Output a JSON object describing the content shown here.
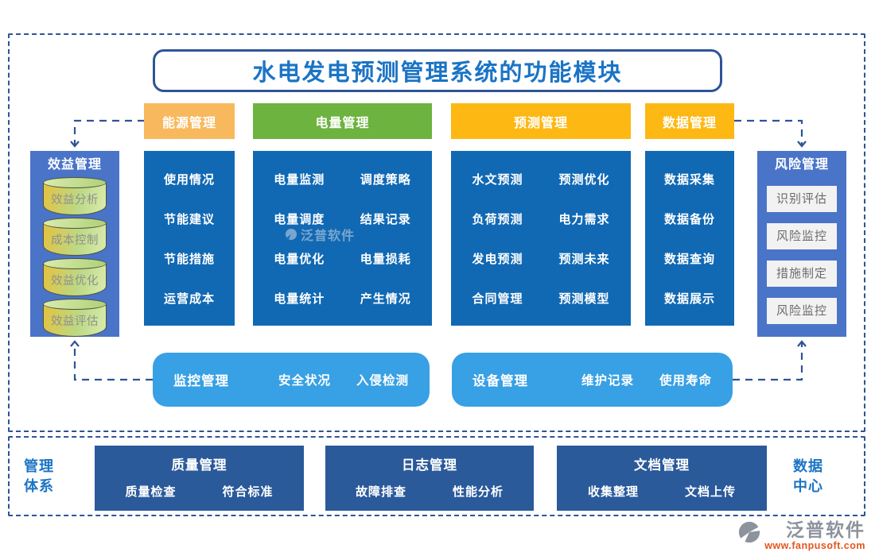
{
  "title": "水电发电预测管理系统的功能模块",
  "colors": {
    "dashNavy": "#2F5496",
    "blueText": "#1B74C5",
    "orange": "#F8B95E",
    "green": "#6CB33F",
    "gold": "#FDB813",
    "mainBlue": "#1169B4",
    "panelBlue": "#4A74C8",
    "barBlue": "#38A0E4",
    "navy": "#2B5A9B",
    "riskBg": "#F2F2F2",
    "logoGray": "#8C939C",
    "logoOrange": "#E4561E"
  },
  "headers": [
    {
      "label": "能源管理"
    },
    {
      "label": "电量管理"
    },
    {
      "label": "预测管理"
    },
    {
      "label": "数据管理"
    }
  ],
  "columns": [
    {
      "items": [
        "使用情况",
        "节能建议",
        "节能措施",
        "运营成本"
      ]
    },
    {
      "items": [
        "电量监测",
        "调度策略",
        "电量调度",
        "结果记录",
        "电量优化",
        "电量损耗",
        "电量统计",
        "产生情况"
      ]
    },
    {
      "items": [
        "水文预测",
        "预测优化",
        "负荷预测",
        "电力需求",
        "发电预测",
        "预测未来",
        "合同管理",
        "预测模型"
      ]
    },
    {
      "items": [
        "数据采集",
        "数据备份",
        "数据查询",
        "数据展示"
      ]
    }
  ],
  "left_panel": {
    "title": "效益管理",
    "items": [
      "效益分析",
      "成本控制",
      "效益优化",
      "效益评估"
    ]
  },
  "right_panel": {
    "title": "风险管理",
    "items": [
      "识别评估",
      "风险监控",
      "措施制定",
      "风险监控"
    ]
  },
  "monitor_bar": {
    "title": "监控管理",
    "items": [
      "安全状况",
      "入侵检测"
    ]
  },
  "device_bar": {
    "title": "设备管理",
    "items": [
      "维护记录",
      "使用寿命"
    ]
  },
  "bottom_band": {
    "left_label": "管理\n体系",
    "right_label": "数据\n中心",
    "groups": [
      {
        "title": "质量管理",
        "items": [
          "质量检查",
          "符合标准"
        ]
      },
      {
        "title": "日志管理",
        "items": [
          "故障排查",
          "性能分析"
        ]
      },
      {
        "title": "文档管理",
        "items": [
          "收集整理",
          "文档上传"
        ]
      }
    ]
  },
  "watermark": {
    "text": "泛普软件"
  },
  "logo": {
    "text": "泛普软件",
    "url": "www.fanpusoft.com"
  }
}
